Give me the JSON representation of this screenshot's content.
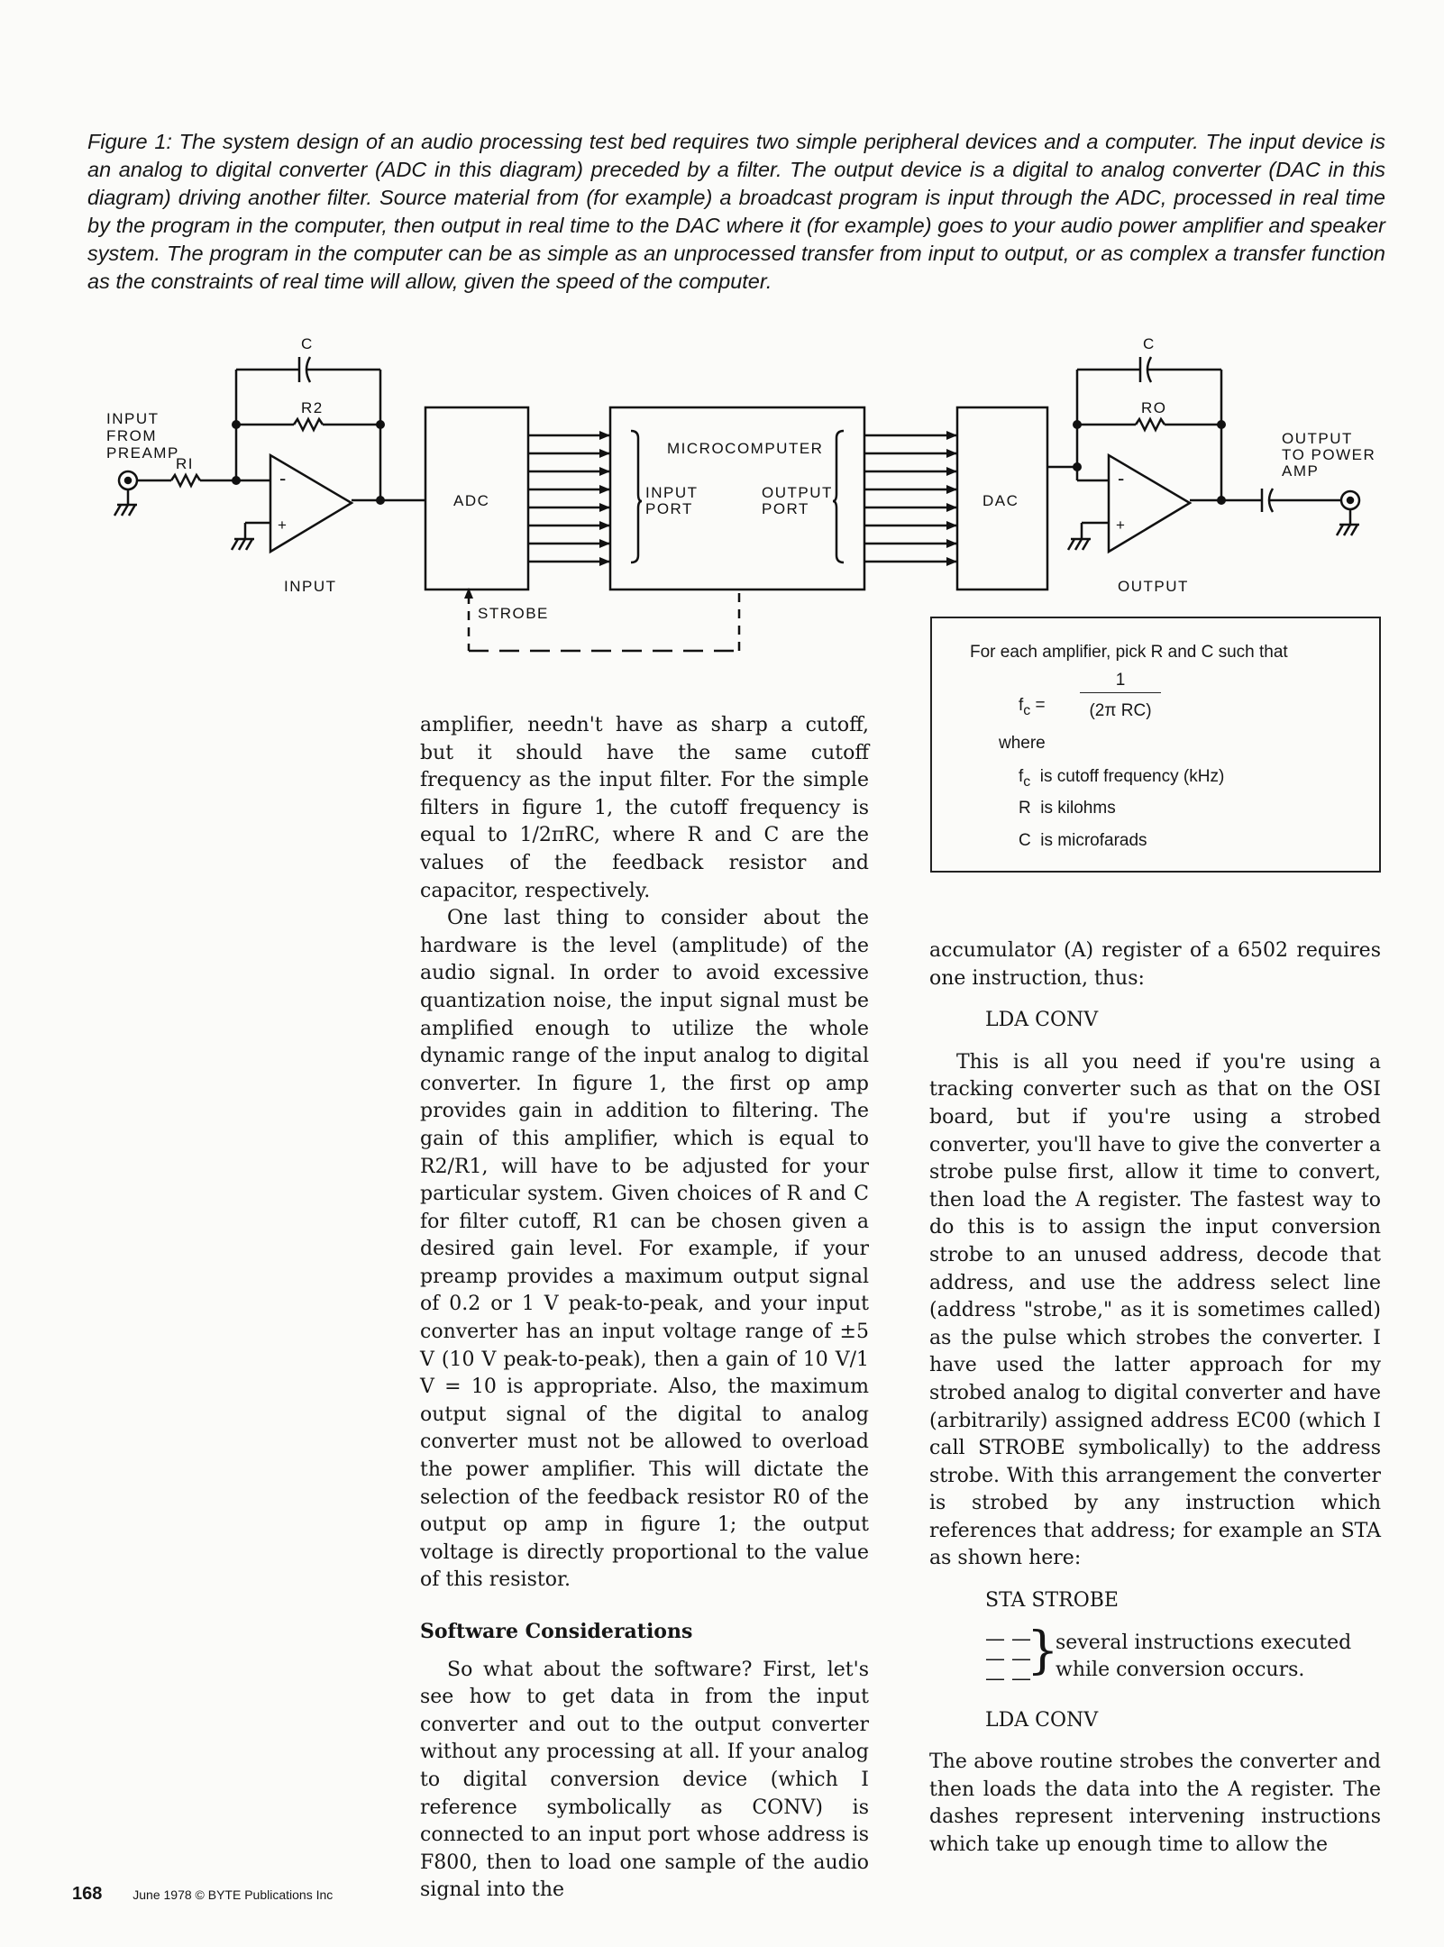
{
  "caption": "Figure 1: The system design of an audio processing test bed requires two simple peripheral devices and a computer. The input device is an analog to digital converter (ADC in this diagram) preceded by a filter. The output device is a digital to analog converter (DAC in this diagram) driving another filter. Source material from (for example) a broadcast program is input through the ADC, processed in real time by the program in the computer, then output in real time to the DAC where it (for example) goes to your audio power amplifier and speaker system. The program in the computer can be as simple as an unprocessed transfer from input to output, or as complex a transfer function as the constraints of real time will allow, given the speed of the computer.",
  "diagram": {
    "input_from": "INPUT",
    "input_from2": "FROM",
    "input_from3": "PREAMP",
    "ri": "RI",
    "c_left": "C",
    "r2": "R2",
    "input_label": "INPUT",
    "adc": "ADC",
    "strobe": "STROBE",
    "micro": "MICROCOMPUTER",
    "input_port1": "INPUT",
    "input_port2": "PORT",
    "output_port1": "OUTPUT",
    "output_port2": "PORT",
    "dac": "DAC",
    "c_right": "C",
    "ro": "RO",
    "output_label": "OUTPUT",
    "out1": "OUTPUT",
    "out2": "TO POWER",
    "out3": "AMP",
    "minus": "-",
    "plus": "+"
  },
  "formula_box": {
    "intro": "For each amplifier, pick R and C such that",
    "fc": "f",
    "fc_sub": "c",
    "eq": "=",
    "num": "1",
    "den": "(2π RC)",
    "where": "where",
    "rows": [
      {
        "sym": "f",
        "sub": "c",
        "desc": "is cutoff frequency (kHz)"
      },
      {
        "sym": "R",
        "sub": "",
        "desc": "is kilohms"
      },
      {
        "sym": "C",
        "sub": "",
        "desc": "is microfarads"
      }
    ]
  },
  "col_left": {
    "p1": "amplifier, needn't have as sharp a cutoff, but it should have the same cutoff frequency as the input filter. For the simple filters in figure 1, the cutoff frequency is equal to 1/2πRC, where R and C are the values of the feedback resistor and capacitor, respectively.",
    "p2": "One last thing to consider about the hardware is the level (amplitude) of the audio signal. In order to avoid excessive quantization noise, the input signal must be amplified enough to utilize the whole dynamic range of the input analog to digital converter. In figure 1, the first op amp provides gain in addition to filtering. The gain of this amplifier, which is equal to R2/R1, will have to be adjusted for your particular system. Given choices of R and C for filter cutoff, R1 can be chosen given a desired gain level. For example, if your preamp provides a maximum output signal of 0.2 or 1 V peak-to-peak, and your input converter has an input voltage range of ±5 V (10 V peak-to-peak), then a gain of 10 V/1 V = 10 is appropriate. Also, the maximum output signal of the digital to analog converter must not be allowed to overload the power amplifier. This will dictate the selection of the feedback resistor R0 of the output op amp in figure 1; the output voltage is directly proportional to the value of this resistor.",
    "heading": "Software Considerations",
    "p3": "So what about the software? First, let's see how to get data in from the input converter and out to the output converter without any processing at all. If your analog to digital conversion device (which I reference symbolically as CONV) is connected to an input port whose address is F800, then to load one sample of the audio signal into the"
  },
  "col_right": {
    "p1": "accumulator (A) register of a 6502 requires one instruction, thus:",
    "code1": "LDA CONV",
    "p2": "This is all you need if you're using a tracking converter such as that on the OSI board, but if you're using a strobed converter, you'll have to give the converter a strobe pulse first, allow it time to convert, then load the A register. The fastest way to do this is to assign the input conversion strobe to an unused address, decode that address, and use the address select line (address \"strobe,\" as it is sometimes called) as the pulse which strobes the converter. I have used the latter approach for my strobed analog to digital converter and have (arbitrarily) assigned address EC00 (which I call STROBE symbolically) to the address strobe. With this arrangement the converter is strobed by any instruction which references that address; for example an STA as shown here:",
    "code2": "STA STROBE",
    "dash": "— —",
    "brace_note1": "several instructions executed",
    "brace_note2": "while conversion occurs.",
    "code3": "LDA CONV",
    "p3": "The above routine strobes the converter and then loads the data into the A register. The dashes represent intervening instructions which take up enough time to allow the"
  },
  "footer": {
    "page": "168",
    "credit": "June 1978 © BYTE Publications Inc"
  }
}
